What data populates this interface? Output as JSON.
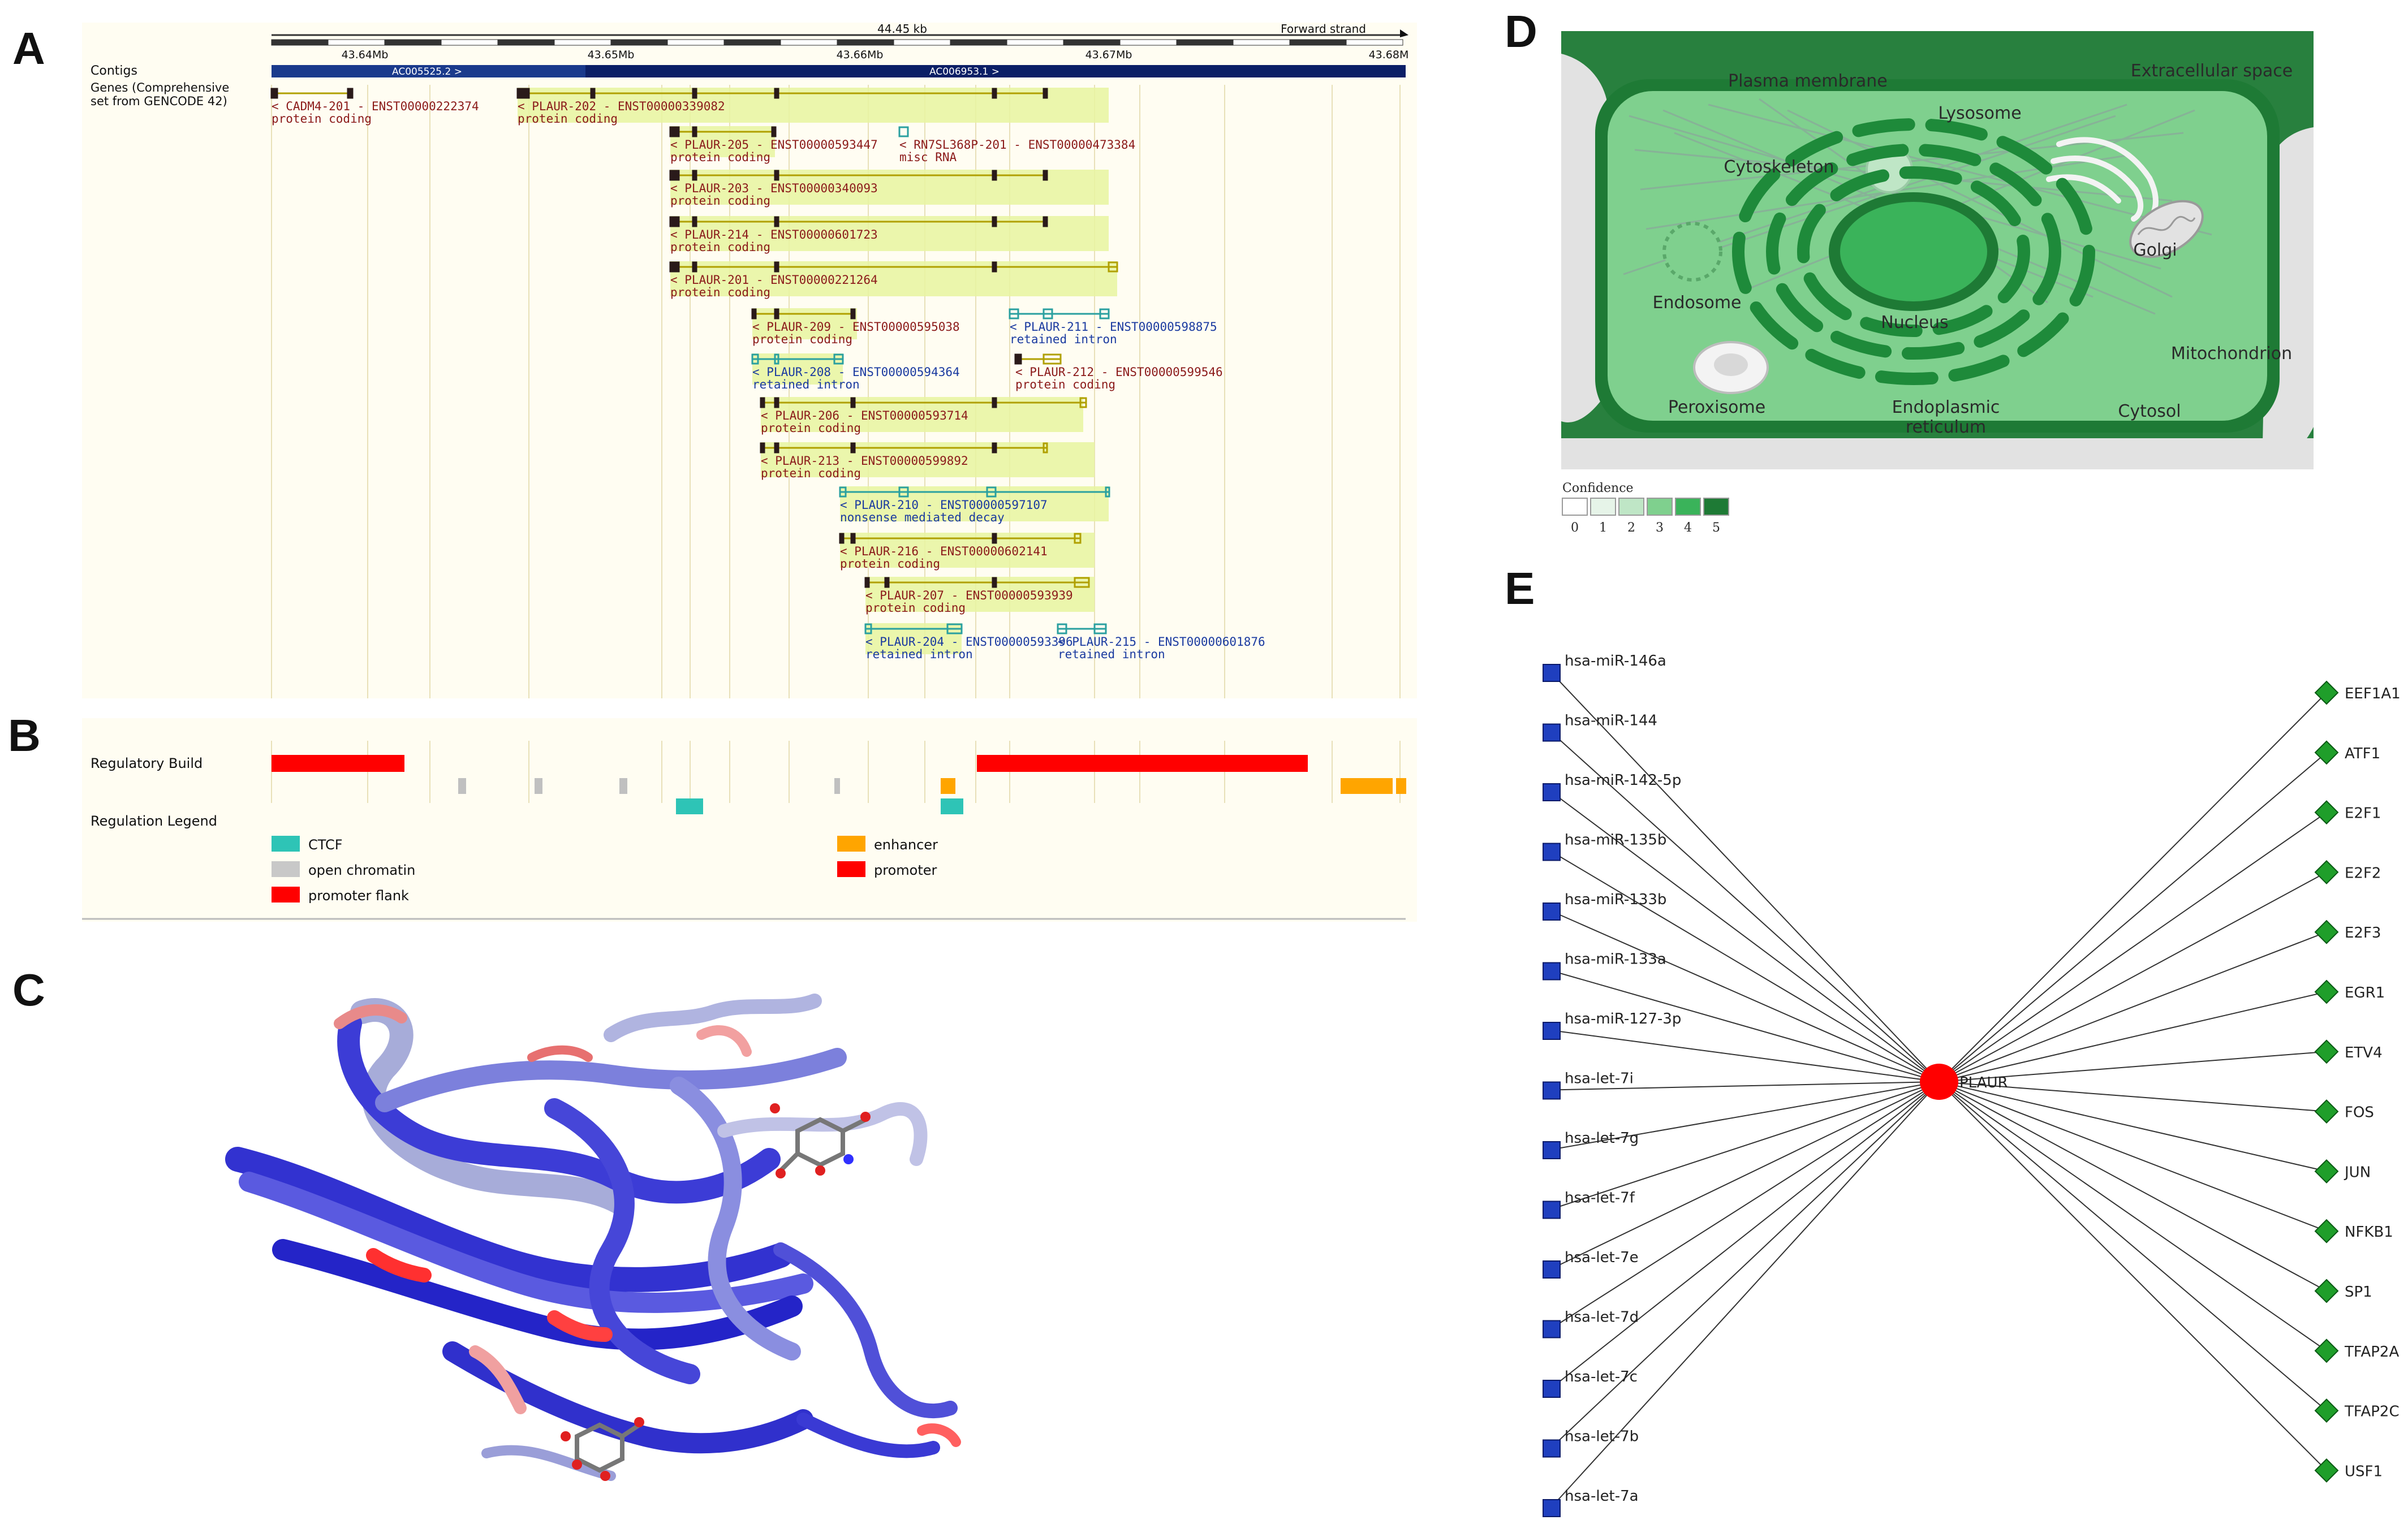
{
  "panels": {
    "A": "A",
    "B": "B",
    "C": "C",
    "D": "D",
    "E": "E"
  },
  "genome": {
    "ruler": {
      "span": "44.45 kb",
      "strand": "Forward strand",
      "ticks": [
        "43.64Mb",
        "43.65Mb",
        "43.66Mb",
        "43.67Mb",
        "43.68M"
      ]
    },
    "contigs_label": "Contigs",
    "contigs": [
      "AC005525.2 >",
      "AC006953.1 >"
    ],
    "genes_label_1": "Genes (Comprehensive",
    "genes_label_2": "set from GENCODE 42)",
    "transcripts": [
      {
        "name": "< CADM4-201 - ENST00000222374",
        "type": "protein coding",
        "kind": "coding"
      },
      {
        "name": "< PLAUR-202 - ENST00000339082",
        "type": "protein coding",
        "kind": "coding"
      },
      {
        "name": "< PLAUR-205 - ENST00000593447",
        "type": "protein coding",
        "kind": "coding"
      },
      {
        "name": "< RN7SL368P-201 - ENST00000473384",
        "type": "misc RNA",
        "kind": "misc"
      },
      {
        "name": "< PLAUR-203 - ENST00000340093",
        "type": "protein coding",
        "kind": "coding"
      },
      {
        "name": "< PLAUR-214 - ENST00000601723",
        "type": "protein coding",
        "kind": "coding"
      },
      {
        "name": "< PLAUR-201 - ENST00000221264",
        "type": "protein coding",
        "kind": "coding"
      },
      {
        "name": "< PLAUR-209 - ENST00000595038",
        "type": "protein coding",
        "kind": "coding"
      },
      {
        "name": "< PLAUR-211 - ENST00000598875",
        "type": "retained intron",
        "kind": "noncoding"
      },
      {
        "name": "< PLAUR-208 - ENST00000594364",
        "type": "retained intron",
        "kind": "noncoding"
      },
      {
        "name": "< PLAUR-212 - ENST00000599546",
        "type": "protein coding",
        "kind": "coding"
      },
      {
        "name": "< PLAUR-206 - ENST00000593714",
        "type": "protein coding",
        "kind": "coding"
      },
      {
        "name": "< PLAUR-213 - ENST00000599892",
        "type": "protein coding",
        "kind": "coding"
      },
      {
        "name": "< PLAUR-210 - ENST00000597107",
        "type": "nonsense mediated decay",
        "kind": "noncoding"
      },
      {
        "name": "< PLAUR-216 - ENST00000602141",
        "type": "protein coding",
        "kind": "coding"
      },
      {
        "name": "< PLAUR-207 - ENST00000593939",
        "type": "protein coding",
        "kind": "coding"
      },
      {
        "name": "< PLAUR-204 - ENST00000593396",
        "type": "retained intron",
        "kind": "noncoding"
      },
      {
        "name": "< PLAUR-215 - ENST00000601876",
        "type": "retained intron",
        "kind": "noncoding"
      }
    ]
  },
  "regulation": {
    "build_label": "Regulatory Build",
    "legend_label": "Regulation Legend",
    "legend": [
      {
        "label": "CTCF",
        "color": "#2ec4b6"
      },
      {
        "label": "open chromatin",
        "color": "#c8c8c8"
      },
      {
        "label": "promoter flank",
        "color": "#ff0000"
      },
      {
        "label": "enhancer",
        "color": "#ffa500"
      },
      {
        "label": "promoter",
        "color": "#ff0000"
      }
    ]
  },
  "cell": {
    "labels": {
      "plasma_membrane": "Plasma membrane",
      "extracellular": "Extracellular space",
      "lysosome": "Lysosome",
      "cytoskeleton": "Cytoskeleton",
      "golgi": "Golgi",
      "endosome": "Endosome",
      "nucleus": "Nucleus",
      "mitochondrion": "Mitochondrion",
      "peroxisome": "Peroxisome",
      "er1": "Endoplasmic",
      "er2": "reticulum",
      "cytosol": "Cytosol"
    },
    "confidence_title": "Confidence",
    "confidence_levels": [
      "0",
      "1",
      "2",
      "3",
      "4",
      "5"
    ],
    "confidence_colors": [
      "#ffffff",
      "#e6f4e8",
      "#bfe6c6",
      "#7fd08e",
      "#3ab35a",
      "#1e7a35"
    ]
  },
  "network": {
    "center": "PLAUR",
    "center_color": "#ff0000",
    "mirna_color": "#1f3fbf",
    "tf_color": "#1f9e2a",
    "mirnas": [
      "hsa-miR-146a",
      "hsa-miR-144",
      "hsa-miR-142-5p",
      "hsa-miR-135b",
      "hsa-miR-133b",
      "hsa-miR-133a",
      "hsa-miR-127-3p",
      "hsa-let-7i",
      "hsa-let-7g",
      "hsa-let-7f",
      "hsa-let-7e",
      "hsa-let-7d",
      "hsa-let-7c",
      "hsa-let-7b",
      "hsa-let-7a"
    ],
    "tfs": [
      "EEF1A1",
      "ATF1",
      "E2F1",
      "E2F2",
      "E2F3",
      "EGR1",
      "ETV4",
      "FOS",
      "JUN",
      "NFKB1",
      "SP1",
      "TFAP2A",
      "TFAP2C",
      "USF1"
    ]
  }
}
